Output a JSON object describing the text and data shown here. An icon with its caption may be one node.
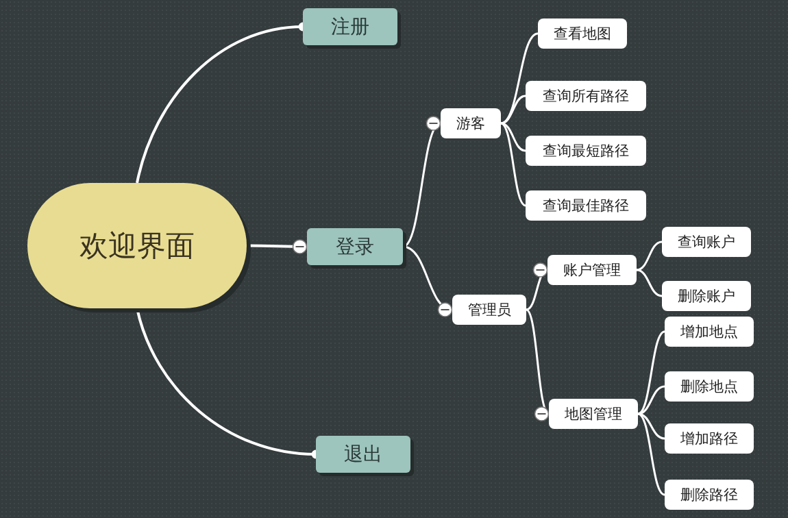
{
  "diagram": {
    "nodes": [
      {
        "text": [
          "欢迎界面"
        ]
      },
      {
        "text": [
          "注册"
        ]
      },
      {
        "text": [
          "登录"
        ]
      },
      {
        "text": [
          "退出"
        ]
      },
      {
        "text": [
          "游客"
        ]
      },
      {
        "text": [
          "查看地图"
        ]
      },
      {
        "text": [
          "查询所有路径"
        ]
      },
      {
        "text": [
          "查询最短路径"
        ]
      },
      {
        "text": [
          "查询最佳路径"
        ]
      },
      {
        "text": [
          "管理员"
        ]
      },
      {
        "text": [
          "账户管理"
        ]
      },
      {
        "text": [
          "查询账户"
        ]
      },
      {
        "text": [
          "删除账户"
        ]
      },
      {
        "text": [
          "地图管理"
        ]
      },
      {
        "text": [
          "增加地点"
        ]
      },
      {
        "text": [
          "删除地点"
        ]
      },
      {
        "text": [
          "增加路径"
        ]
      },
      {
        "text": [
          "删除路径"
        ]
      }
    ],
    "edges": [
      {
        "from": 0,
        "to": 1,
        "arrow": "other"
      },
      {
        "from": 0,
        "to": 2,
        "arrow": "other"
      },
      {
        "from": 0,
        "to": 3,
        "arrow": "other"
      },
      {
        "from": 2,
        "to": 4,
        "arrow": "other"
      },
      {
        "from": 4,
        "to": 5,
        "arrow": "none"
      },
      {
        "from": 4,
        "to": 6,
        "arrow": "none"
      },
      {
        "from": 4,
        "to": 7,
        "arrow": "none"
      },
      {
        "from": 4,
        "to": 8,
        "arrow": "none"
      },
      {
        "from": 2,
        "to": 9,
        "arrow": "other"
      },
      {
        "from": 9,
        "to": 10,
        "arrow": "other"
      },
      {
        "from": 10,
        "to": 11,
        "arrow": "none"
      },
      {
        "from": 10,
        "to": 12,
        "arrow": "none"
      },
      {
        "from": 9,
        "to": 13,
        "arrow": "other"
      },
      {
        "from": 13,
        "to": 14,
        "arrow": "none"
      },
      {
        "from": 13,
        "to": 15,
        "arrow": "none"
      },
      {
        "from": 13,
        "to": 16,
        "arrow": "none"
      },
      {
        "from": 13,
        "to": 17,
        "arrow": "none"
      }
    ]
  }
}
